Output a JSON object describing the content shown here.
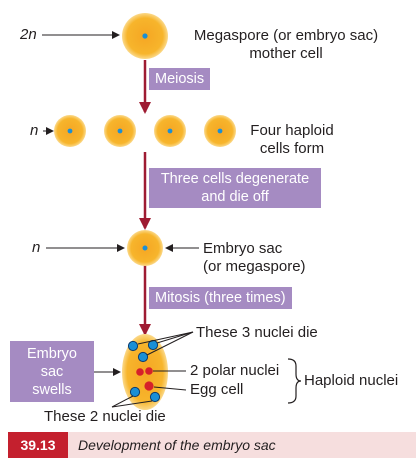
{
  "labels": {
    "ploidy_2n": "2n",
    "ploidy_n_row": "n",
    "ploidy_n_sac": "n",
    "mother_cell_line1": "Megaspore (or embryo sac)",
    "mother_cell_line2": "mother cell",
    "four_cells_line1": "Four haploid",
    "four_cells_line2": "cells form",
    "embryo_sac_line1": "Embryo sac",
    "embryo_sac_line2": "(or megaspore)",
    "nuclei3_die": "These 3 nuclei die",
    "polar_nuclei": "2 polar nuclei",
    "egg_cell": "Egg cell",
    "nuclei2_die": "These 2 nuclei die",
    "haploid_nuclei": "Haploid nuclei"
  },
  "steps": {
    "meiosis": "Meiosis",
    "degenerate_line1": "Three cells degenerate",
    "degenerate_line2": "and die off",
    "mitosis": "Mitosis (three times)",
    "swells_line1": "Embryo",
    "swells_line2": "sac",
    "swells_line3": "swells"
  },
  "caption": {
    "figure_number": "39.13",
    "text": "Development of the embryo sac"
  },
  "colors": {
    "cell_fill": "#f7b52c",
    "cell_edge": "#f9d27a",
    "nucleus_blue": "#1a8fd6",
    "nucleus_red": "#d6202a",
    "step_box": "#a58bc2",
    "arrow_red": "#9e1b32",
    "caption_red": "#c4202e",
    "caption_bg": "#f6dede"
  }
}
